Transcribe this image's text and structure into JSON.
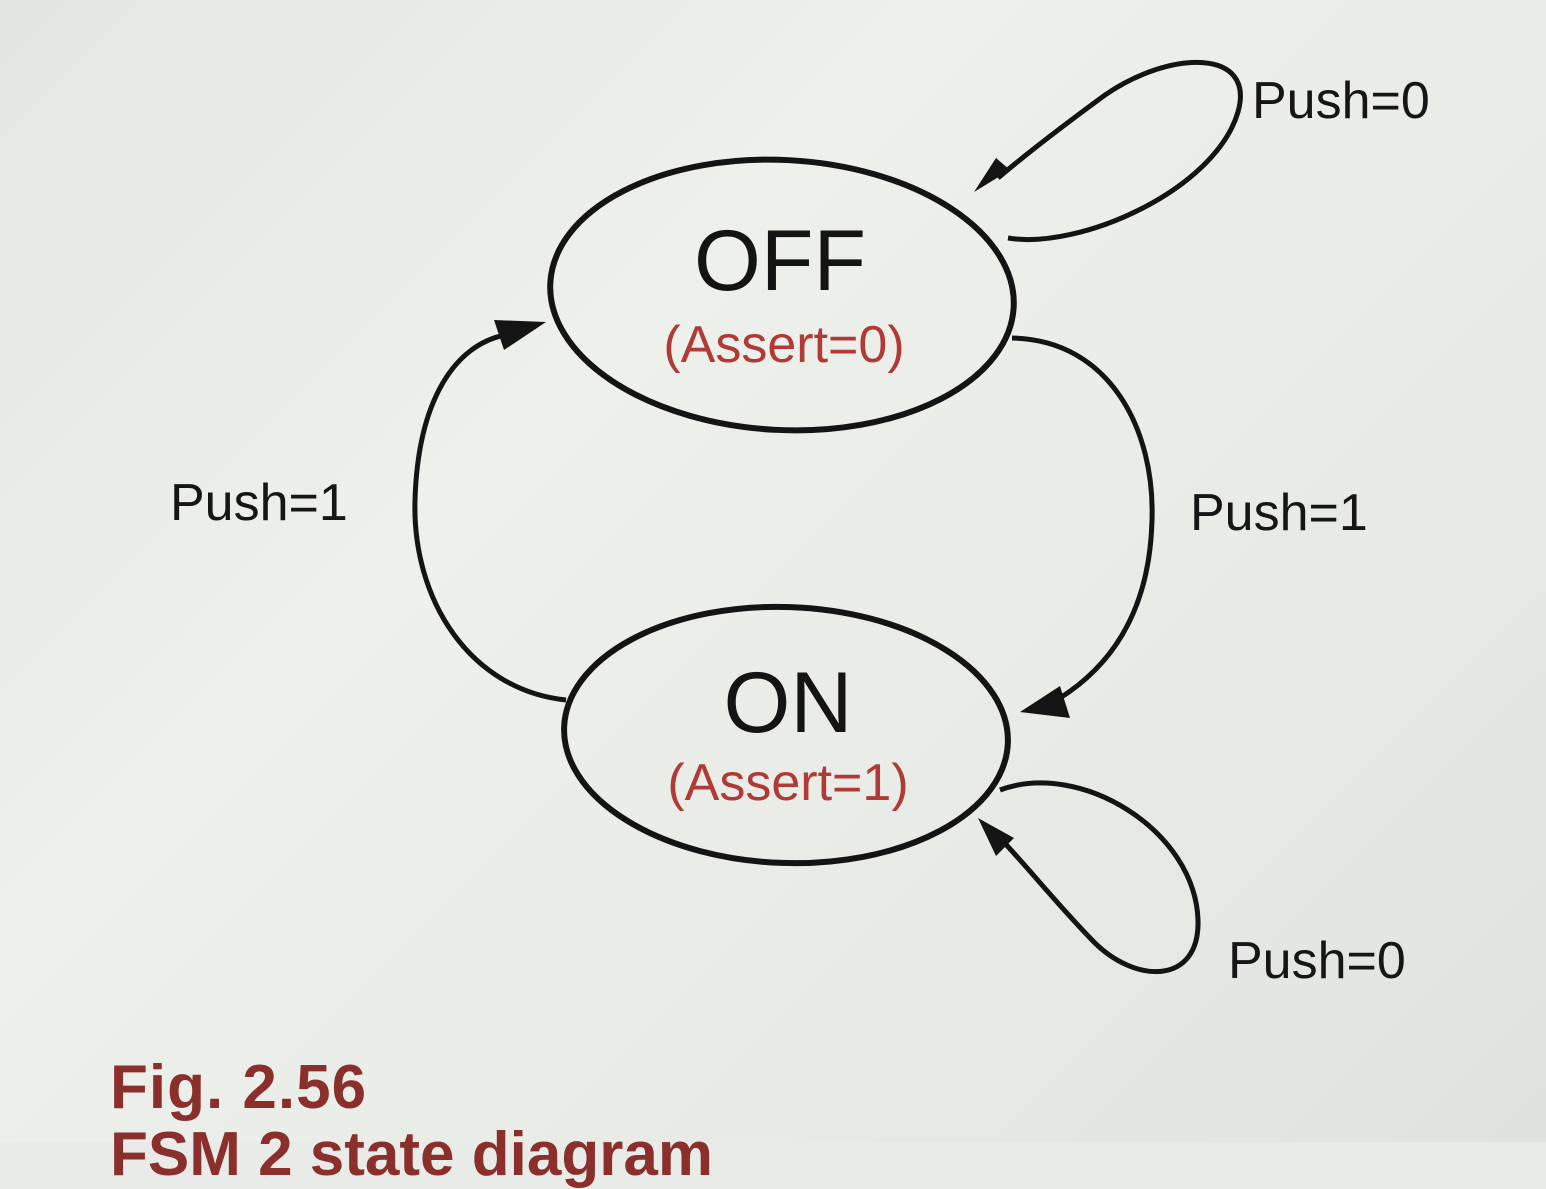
{
  "figure": {
    "caption": "Fig. 2.56",
    "caption_sub": "FSM 2 state diagram"
  },
  "states": {
    "off": {
      "name": "OFF",
      "output": "(Assert=0)"
    },
    "on": {
      "name": "ON",
      "output": "(Assert=1)"
    }
  },
  "transitions": {
    "off_self": {
      "label": "Push=0"
    },
    "off_to_on": {
      "label": "Push=1"
    },
    "on_to_off": {
      "label": "Push=1"
    },
    "on_self": {
      "label": "Push=0"
    }
  },
  "colors": {
    "stroke": "#141414",
    "output_text": "#b03a36",
    "caption_text": "#8a2f2c"
  }
}
